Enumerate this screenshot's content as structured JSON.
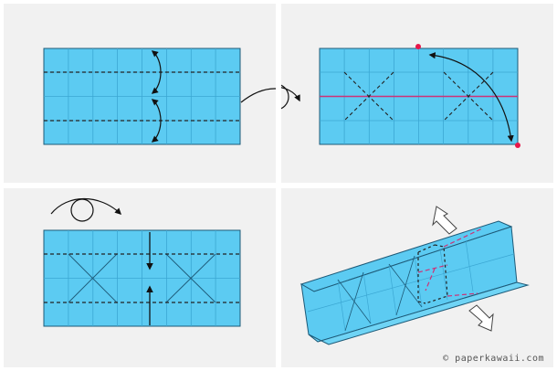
{
  "colors": {
    "paper": "#5ccbf2",
    "grid": "#3ba7d3",
    "outline": "#1d5a78",
    "fold": "#222222",
    "valley": "#cc3377",
    "dot": "#e8174a",
    "background": "#f1f1f1"
  },
  "steps": [
    {
      "name": "step-1",
      "action": "valley-fold-edges-to-center"
    },
    {
      "name": "step-2",
      "action": "turn-over-and-crease-diagonals"
    },
    {
      "name": "step-3",
      "action": "turn-over-and-fold-edges-in"
    },
    {
      "name": "step-4",
      "action": "push-in-ends"
    }
  ],
  "icons": [
    "fold-arrow-icon",
    "turn-over-icon",
    "push-arrow-icon",
    "reference-dot-icon"
  ],
  "credit": "© paperkawaii.com"
}
